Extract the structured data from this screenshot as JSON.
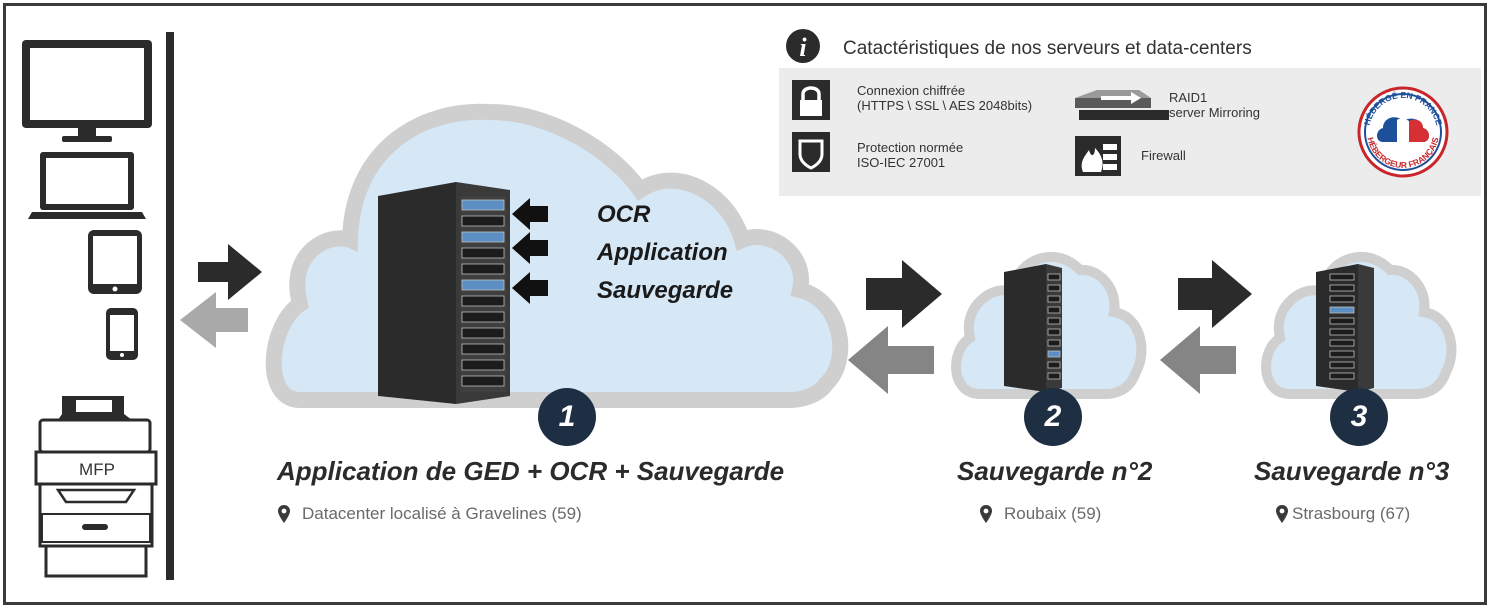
{
  "info": {
    "title": "Catactéristiques de nos serveurs et data-centers",
    "features": [
      {
        "icon": "lock-icon",
        "line1": "Connexion chiffrée",
        "line2": "(HTTPS \\ SSL \\ AES 2048bits)"
      },
      {
        "icon": "raid-server-icon",
        "line1": "RAID1",
        "line2": "server Mirroring"
      },
      {
        "icon": "shield-icon",
        "line1": "Protection normée",
        "line2": "ISO-IEC 27001"
      },
      {
        "icon": "firewall-icon",
        "line1": "Firewall",
        "line2": ""
      }
    ],
    "badge": {
      "top": "HÉBERGÉ EN FRANCE",
      "bottom": "HÉBERGEUR FRANÇAIS"
    }
  },
  "devices": {
    "mfp_label": "MFP"
  },
  "main_cloud": {
    "labels": [
      "OCR",
      "Application",
      "Sauvegarde"
    ]
  },
  "steps": [
    {
      "number": "1",
      "title": "Application de GED + OCR + Sauvegarde",
      "location": "Datacenter localisé à Gravelines (59)"
    },
    {
      "number": "2",
      "title": "Sauvegarde n°2",
      "location": "Roubaix (59)"
    },
    {
      "number": "3",
      "title": "Sauvegarde n°3",
      "location": "Strasbourg (67)"
    }
  ],
  "colors": {
    "dark": "#2b2b2b",
    "arrow_light": "#a9a9a9",
    "arrow_mid": "#858585",
    "cloud_fill": "#d6e7f5",
    "cloud_border": "#cfcfcf",
    "badge_bg": "#1e2f44",
    "info_bg": "#ececec",
    "flag_blue": "#1d4f9a",
    "flag_red": "#d63034"
  }
}
